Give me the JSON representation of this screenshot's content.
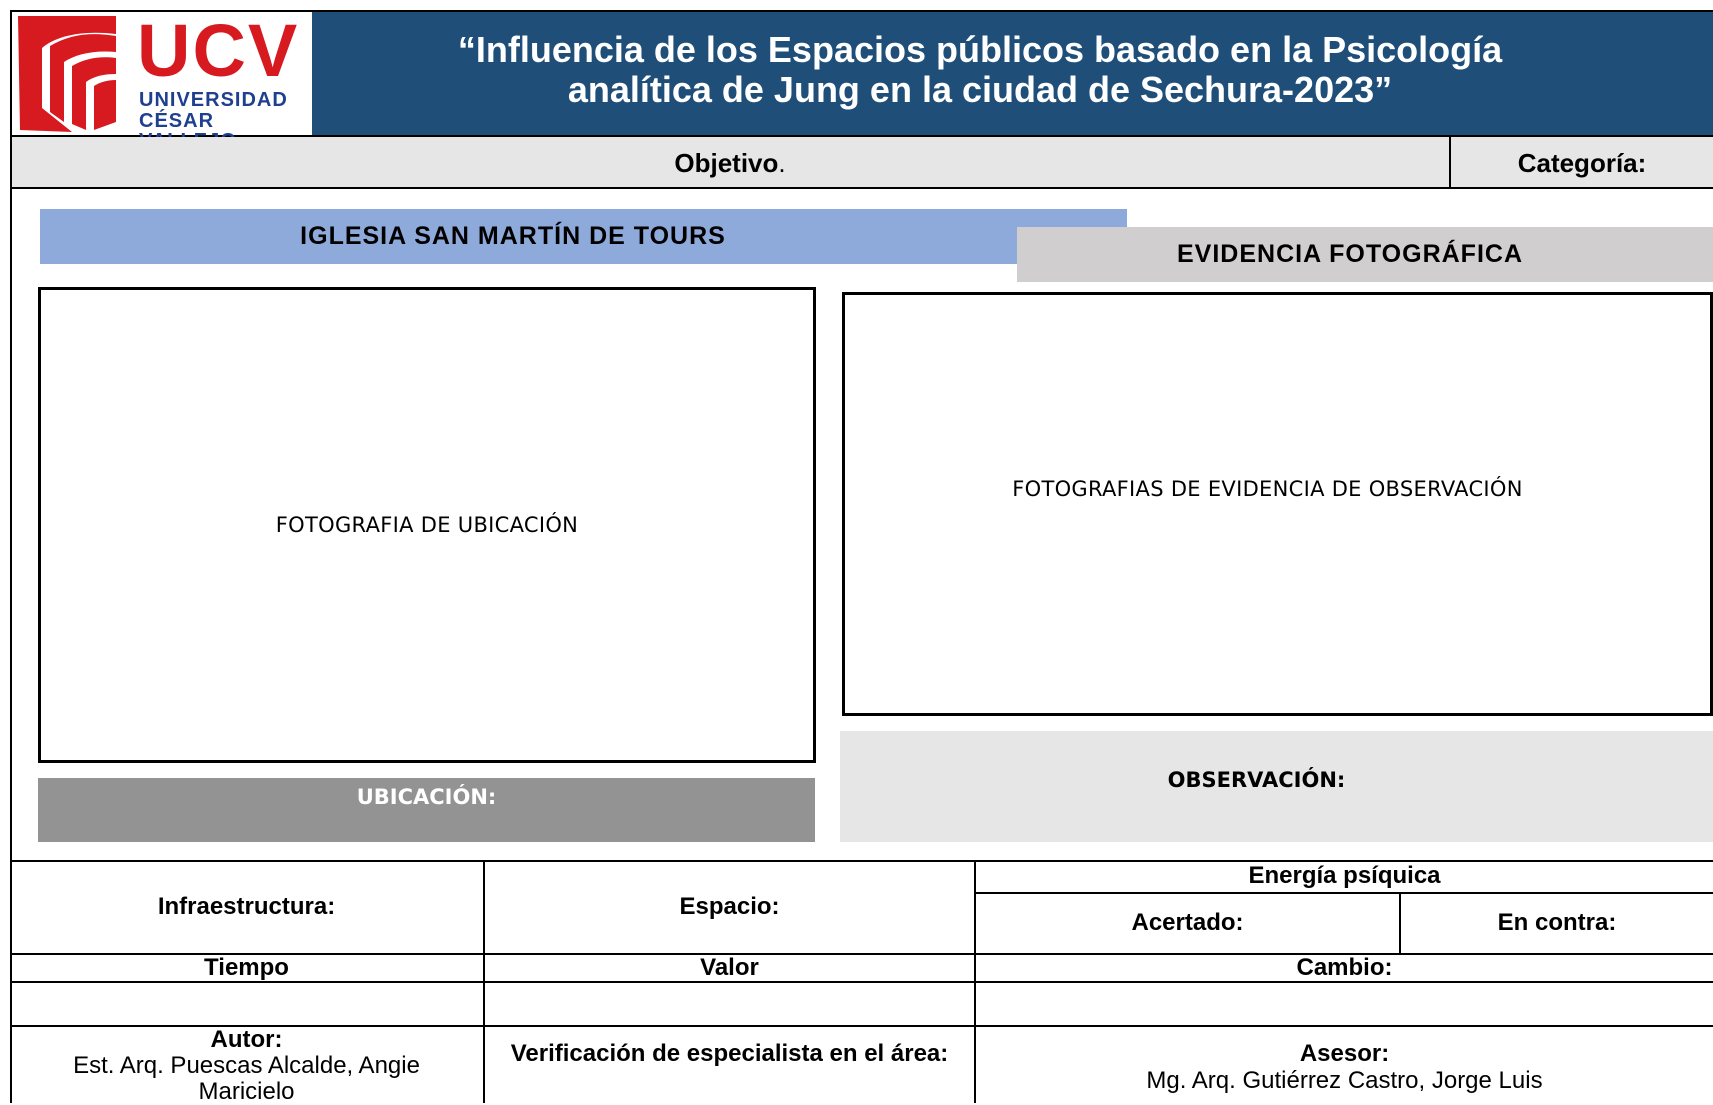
{
  "header": {
    "university": "UCV",
    "university_line1": "UNIVERSIDAD",
    "university_line2": "CÉSAR VALLEJO",
    "title_line1": "“Influencia de los Espacios públicos basado en la Psicología",
    "title_line2": "analítica de Jung en la ciudad de Sechura-2023”"
  },
  "objective_row": {
    "objective_label": "Objetivo",
    "objective_suffix": ".",
    "category_label": "Categoría:"
  },
  "left_panel": {
    "title": "IGLESIA SAN MARTÍN DE TOURS",
    "photo_placeholder": "FOTOGRAFIA DE UBICACIÓN",
    "location_label": "UBICACIÓN:"
  },
  "right_panel": {
    "title": "EVIDENCIA FOTOGRÁFICA",
    "photo_placeholder": "FOTOGRAFIAS DE EVIDENCIA DE OBSERVACIÓN",
    "observation_label": "OBSERVACIÓN:"
  },
  "table": {
    "infrastructure": "Infraestructura:",
    "space": "Espacio:",
    "psychic_energy": "Energía psíquica",
    "correct": "Acertado:",
    "against": "En contra:",
    "time": "Tiempo",
    "value": "Valor",
    "change": "Cambio:",
    "author_label": "Autor:",
    "author_name_line1": "Est. Arq. Puescas Alcalde, Angie",
    "author_name_line2": "Maricielo",
    "verification": "Verificación de especialista en el área:",
    "advisor_label": "Asesor:",
    "advisor_name": "Mg. Arq. Gutiérrez Castro, Jorge Luis"
  },
  "colors": {
    "header_bg": "#1f4e79",
    "logo_red": "#d71920",
    "logo_blue": "#1f3f8f",
    "church_bar": "#8eaadb",
    "evidence_bar": "#d0cece",
    "location_bar": "#939393",
    "observation_bar": "#e7e6e6"
  }
}
